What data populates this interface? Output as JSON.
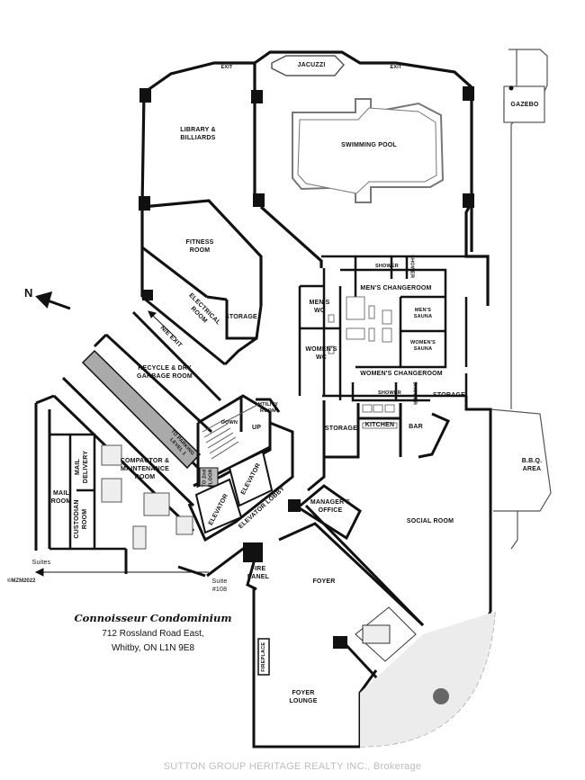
{
  "rooms": {
    "jacuzzi": "JACUZZI",
    "exit_left": "EXIT",
    "exit_right": "EXIT",
    "gazebo": "GAZEBO",
    "library_billiards": "LIBRARY & BILLIARDS",
    "swimming_pool": "SWIMMING POOL",
    "fitness_room": "FITNESS ROOM",
    "electrical_room": "ELECTRICAL ROOM",
    "storage_fitness": "STORAGE",
    "ne_exit": "N/E EXIT",
    "recycle_garbage": "RECYCLE & DRY GARBAGE ROOM",
    "to_parking": "TO PARKING LEVEL 1",
    "utility_room": "UTILITY ROOM",
    "down": "DOWN",
    "up": "UP",
    "to_2nd_floor": "TO 2nd FLOOR",
    "elevator_1": "ELEVATOR",
    "elevator_2": "ELEVATOR",
    "elevator_lobby": "ELEVATOR LOBBY",
    "mail_room": "MAIL ROOM",
    "mail_delivery": "MAIL DELIVERY",
    "custodian_room": "CUSTODIAN ROOM",
    "compactor_maintenance": "COMPACTOR & MAINTENANCE ROOM",
    "mens_wc": "MEN'S WC",
    "womens_wc": "WOMEN'S WC",
    "mens_changeroom": "MEN'S CHANGEROOM",
    "womens_changeroom": "WOMEN'S CHANGEROOM",
    "shower_top": "SHOWER",
    "shower_top_v": "SHOWER",
    "shower_bottom": "SHOWER",
    "shower_bottom_v": "SHOWER",
    "mens_sauna": "MEN'S SAUNA",
    "womens_sauna": "WOMEN'S SAUNA",
    "storage_right": "STORAGE",
    "storage_kitchen": "STORAGE",
    "kitchen": "KITCHEN",
    "bar": "BAR",
    "bbq_area": "B.B.Q. AREA",
    "managers_office": "MANAGER'S OFFICE",
    "social_room": "SOCIAL ROOM",
    "fire_panel": "FIRE PANEL",
    "foyer": "FOYER",
    "fireplace": "FIREPLACE",
    "foyer_lounge": "FOYER LOUNGE",
    "suites": "Suites",
    "suite_108_a": "Suite",
    "suite_108_b": "#108",
    "north": "N"
  },
  "title_block": {
    "name": "Connoisseur Condominium",
    "address_line1": "712 Rossland Road East,",
    "address_line2": "Whitby, ON  L1N 9E8"
  },
  "copyright": "©MZM2022",
  "watermark": "SUTTON GROUP HERITAGE REALTY INC., Brokerage"
}
